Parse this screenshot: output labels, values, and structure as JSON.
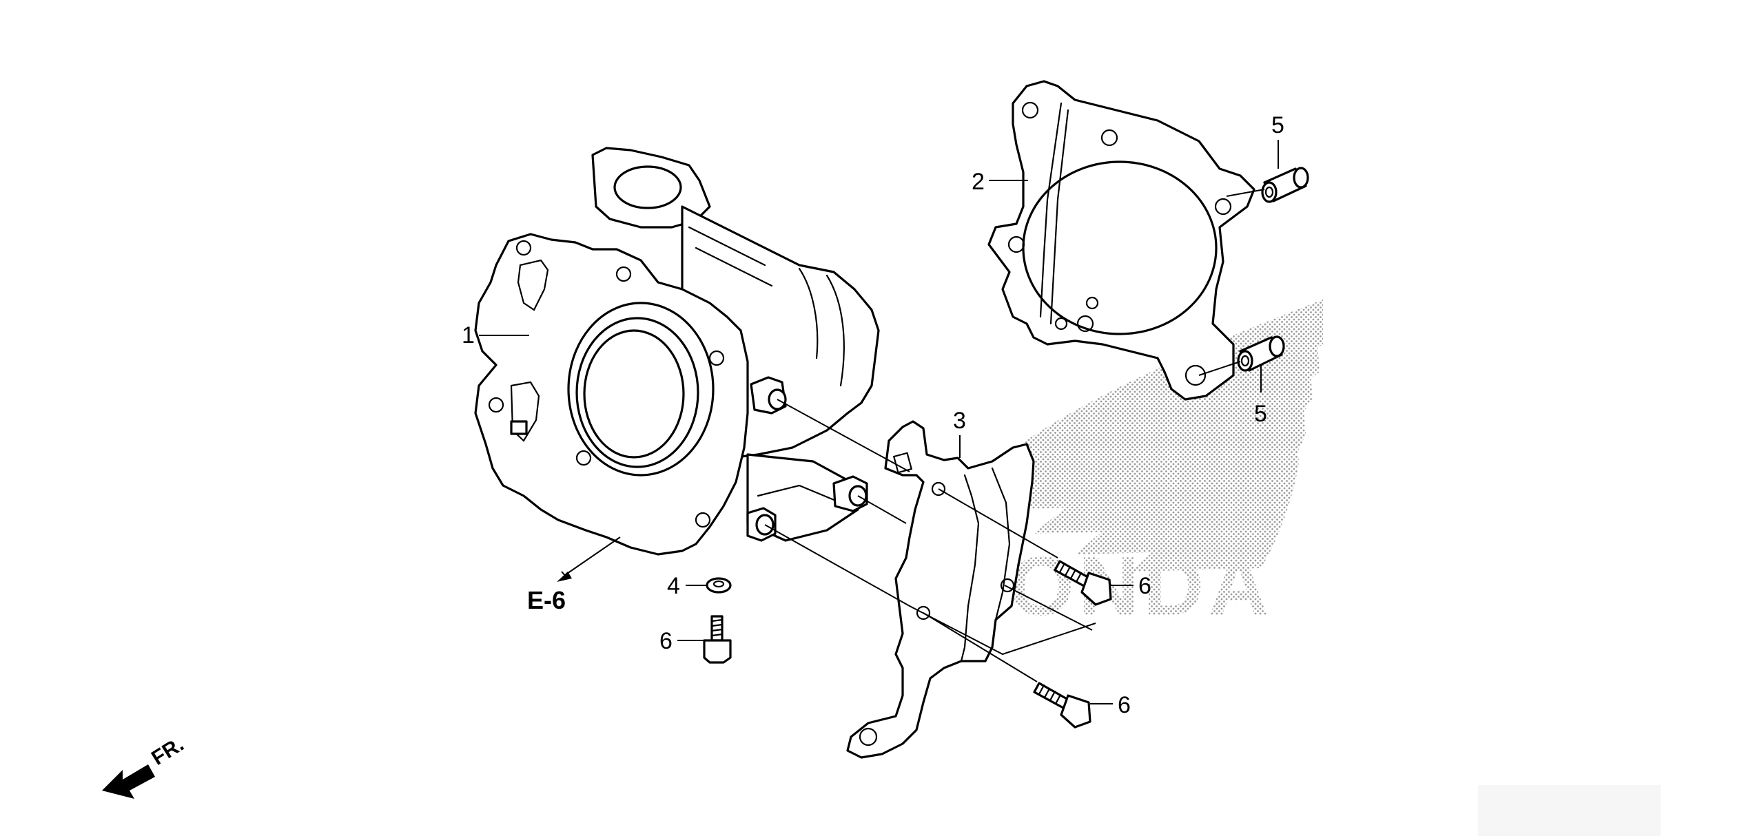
{
  "callouts": {
    "c1": "1",
    "c2": "2",
    "c3": "3",
    "c4": "4",
    "c5a": "5",
    "c5b": "5",
    "c6a": "6",
    "c6b": "6",
    "c6c": "6"
  },
  "reference": {
    "label": "E-6"
  },
  "front_marker": {
    "label": "FR."
  },
  "watermark": {
    "text": "HONDA"
  }
}
